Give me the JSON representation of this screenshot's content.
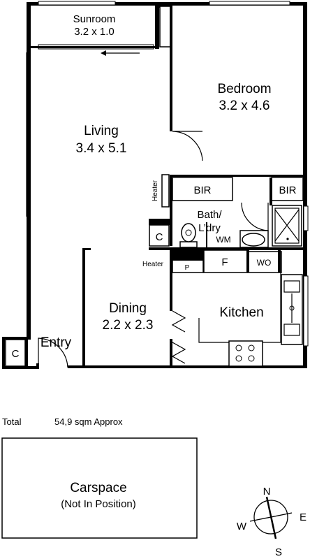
{
  "rooms": {
    "sunroom": {
      "name": "Sunroom",
      "dims": "3.2 x 1.0"
    },
    "bedroom": {
      "name": "Bedroom",
      "dims": "3.2 x 4.6"
    },
    "living": {
      "name": "Living",
      "dims": "3.4 x 5.1"
    },
    "dining": {
      "name": "Dining",
      "dims": "2.2 x 2.3"
    },
    "kitchen": {
      "name": "Kitchen"
    },
    "entry": {
      "name": "Entry"
    },
    "bath": {
      "line1": "Bath/",
      "line2": "L’dry"
    }
  },
  "fixtures": {
    "bir_left": "BIR",
    "bir_right": "BIR",
    "heater_upper": "Heater",
    "heater_lower": "Heater",
    "cupboard_bath": "C",
    "cupboard_entry": "C",
    "wm": "WM",
    "fridge": "F",
    "wo": "WO",
    "pantry": "P"
  },
  "summary": {
    "label": "Total",
    "value": "54,9 sqm Approx"
  },
  "carspace": {
    "line1": "Carspace",
    "line2": "(Not In Position)"
  },
  "compass": {
    "n": "N",
    "e": "E",
    "s": "S",
    "w": "W"
  }
}
